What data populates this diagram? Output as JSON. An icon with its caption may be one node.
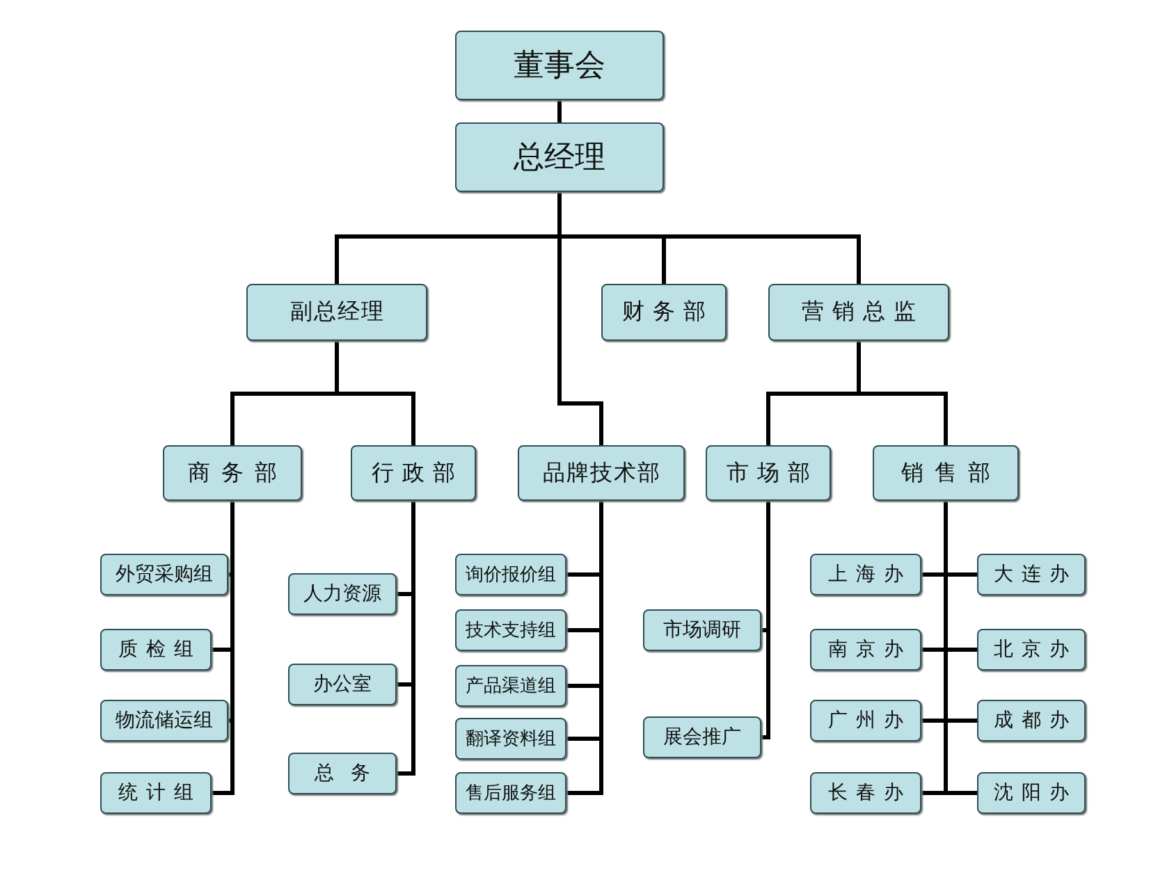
{
  "diagram": {
    "nodes": [
      {
        "text": [
          "董事会"
        ]
      },
      {
        "text": [
          "总经理"
        ]
      },
      {
        "text": [
          "副总经理"
        ]
      },
      {
        "text": [
          "财务部"
        ]
      },
      {
        "text": [
          "营销总监"
        ]
      },
      {
        "text": [
          "商务部"
        ]
      },
      {
        "text": [
          "行政部"
        ]
      },
      {
        "text": [
          "品牌技术部"
        ]
      },
      {
        "text": [
          "市场部"
        ]
      },
      {
        "text": [
          "销售部"
        ]
      },
      {
        "text": [
          "外贸采购组"
        ]
      },
      {
        "text": [
          "质检组"
        ]
      },
      {
        "text": [
          "物流储运组"
        ]
      },
      {
        "text": [
          "统计组"
        ]
      },
      {
        "text": [
          "人力资源"
        ]
      },
      {
        "text": [
          "办公室"
        ]
      },
      {
        "text": [
          "总务"
        ]
      },
      {
        "text": [
          "询价报价组"
        ]
      },
      {
        "text": [
          "技术支持组"
        ]
      },
      {
        "text": [
          "产品渠道组"
        ]
      },
      {
        "text": [
          "翻译资料组"
        ]
      },
      {
        "text": [
          "售后服务组"
        ]
      },
      {
        "text": [
          "市场调研"
        ]
      },
      {
        "text": [
          "展会推广"
        ]
      },
      {
        "text": [
          "上海办"
        ]
      },
      {
        "text": [
          "大连办"
        ]
      },
      {
        "text": [
          "南京办"
        ]
      },
      {
        "text": [
          "北京办"
        ]
      },
      {
        "text": [
          "广州办"
        ]
      },
      {
        "text": [
          "成都办"
        ]
      },
      {
        "text": [
          "长春办"
        ]
      },
      {
        "text": [
          "沈阳办"
        ]
      }
    ],
    "edges": [
      {
        "from": 0,
        "to": 1,
        "arrow": "none"
      },
      {
        "from": 1,
        "to": 2,
        "arrow": "none"
      },
      {
        "from": 1,
        "to": 3,
        "arrow": "none"
      },
      {
        "from": 1,
        "to": 4,
        "arrow": "none"
      },
      {
        "from": 1,
        "to": 7,
        "arrow": "none"
      },
      {
        "from": 2,
        "to": 5,
        "arrow": "none"
      },
      {
        "from": 2,
        "to": 6,
        "arrow": "none"
      },
      {
        "from": 4,
        "to": 8,
        "arrow": "none"
      },
      {
        "from": 4,
        "to": 9,
        "arrow": "none"
      },
      {
        "from": 5,
        "to": 10,
        "arrow": "none"
      },
      {
        "from": 5,
        "to": 11,
        "arrow": "none"
      },
      {
        "from": 5,
        "to": 12,
        "arrow": "none"
      },
      {
        "from": 5,
        "to": 13,
        "arrow": "none"
      },
      {
        "from": 6,
        "to": 14,
        "arrow": "none"
      },
      {
        "from": 6,
        "to": 15,
        "arrow": "none"
      },
      {
        "from": 6,
        "to": 16,
        "arrow": "none"
      },
      {
        "from": 7,
        "to": 17,
        "arrow": "none"
      },
      {
        "from": 7,
        "to": 18,
        "arrow": "none"
      },
      {
        "from": 7,
        "to": 19,
        "arrow": "none"
      },
      {
        "from": 7,
        "to": 20,
        "arrow": "none"
      },
      {
        "from": 7,
        "to": 21,
        "arrow": "none"
      },
      {
        "from": 8,
        "to": 22,
        "arrow": "none"
      },
      {
        "from": 8,
        "to": 23,
        "arrow": "none"
      },
      {
        "from": 9,
        "to": 24,
        "arrow": "none"
      },
      {
        "from": 9,
        "to": 25,
        "arrow": "none"
      },
      {
        "from": 9,
        "to": 26,
        "arrow": "none"
      },
      {
        "from": 9,
        "to": 27,
        "arrow": "none"
      },
      {
        "from": 9,
        "to": 28,
        "arrow": "none"
      },
      {
        "from": 9,
        "to": 29,
        "arrow": "none"
      },
      {
        "from": 9,
        "to": 30,
        "arrow": "none"
      },
      {
        "from": 9,
        "to": 31,
        "arrow": "none"
      }
    ]
  }
}
